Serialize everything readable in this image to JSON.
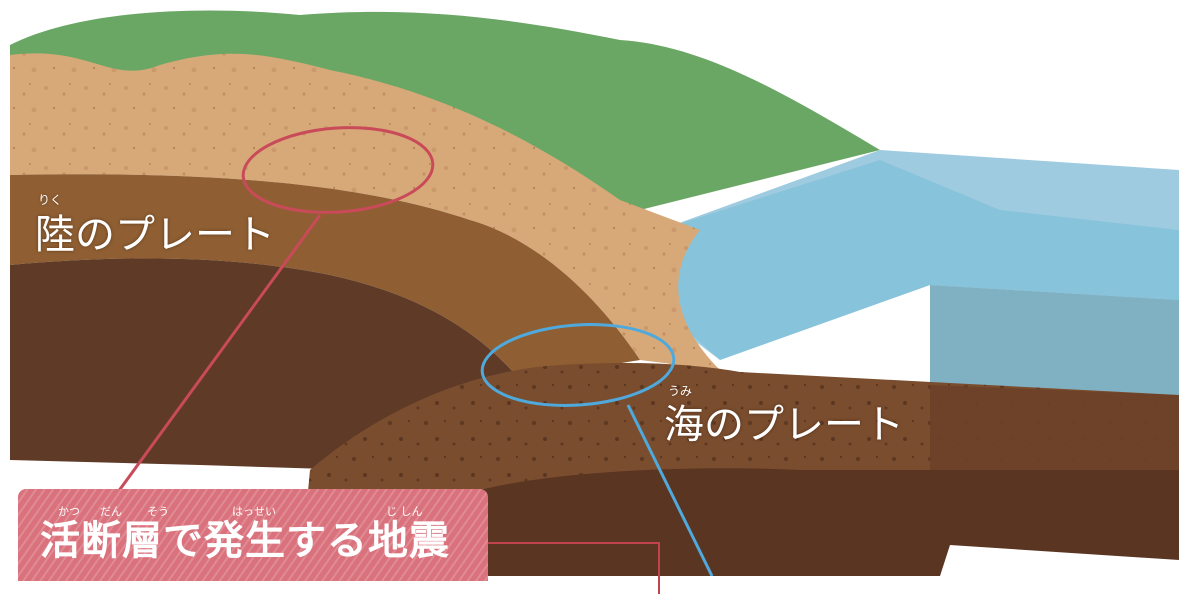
{
  "diagram": {
    "land_plate": {
      "label": "陸のプレート",
      "ruby": "りく"
    },
    "ocean_plate": {
      "label": "海のプレート",
      "ruby": "うみ"
    },
    "banner": {
      "title": "活断層で発生する地震",
      "ruby": {
        "katsu": "かつ",
        "dan": "だん",
        "sou": "そう",
        "hassei": "はっせい",
        "jishin": "じ しん"
      }
    }
  },
  "colors": {
    "grass": "#6aa765",
    "land_upper": "#d7a978",
    "land_middle": "#8f5f33",
    "land_deep": "#5e3a27",
    "ocean_plate": "#7a4d2e",
    "ocean_plate_dark": "#5a3522",
    "sea_water": "#7fc0d8",
    "land_marker": "#c94a58",
    "ocean_marker": "#4fa9dc",
    "banner": "#d9727c"
  }
}
